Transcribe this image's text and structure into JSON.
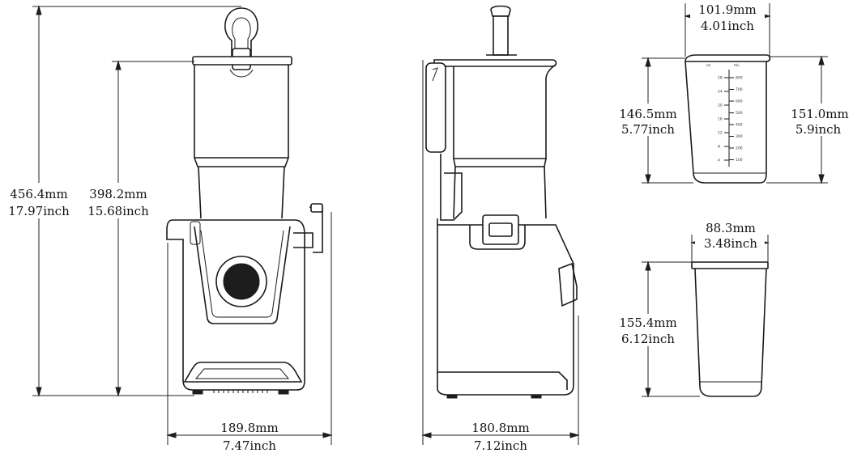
{
  "front_view": {
    "total_height_mm": "456.4mm",
    "total_height_in": "17.97inch",
    "body_height_mm": "398.2mm",
    "body_height_in": "15.68inch",
    "width_mm": "189.8mm",
    "width_in": "7.47inch"
  },
  "side_view": {
    "depth_mm": "180.8mm",
    "depth_in": "7.12inch"
  },
  "jug": {
    "top_width_mm": "101.9mm",
    "top_width_in": "4.01inch",
    "left_height_mm": "146.5mm",
    "left_height_in": "5.77inch",
    "right_height_mm": "151.0mm",
    "right_height_in": "5.9inch",
    "scale_header_left": "oz",
    "scale_header_right": "mL",
    "oz_ticks": [
      "28",
      "24",
      "20",
      "16",
      "12",
      "8",
      "4"
    ],
    "ml_ticks": [
      "800",
      "700",
      "600",
      "500",
      "400",
      "300",
      "200",
      "100"
    ]
  },
  "cup": {
    "top_width_mm": "88.3mm",
    "top_width_in": "3.48inch",
    "height_mm": "155.4mm",
    "height_in": "6.12inch"
  }
}
